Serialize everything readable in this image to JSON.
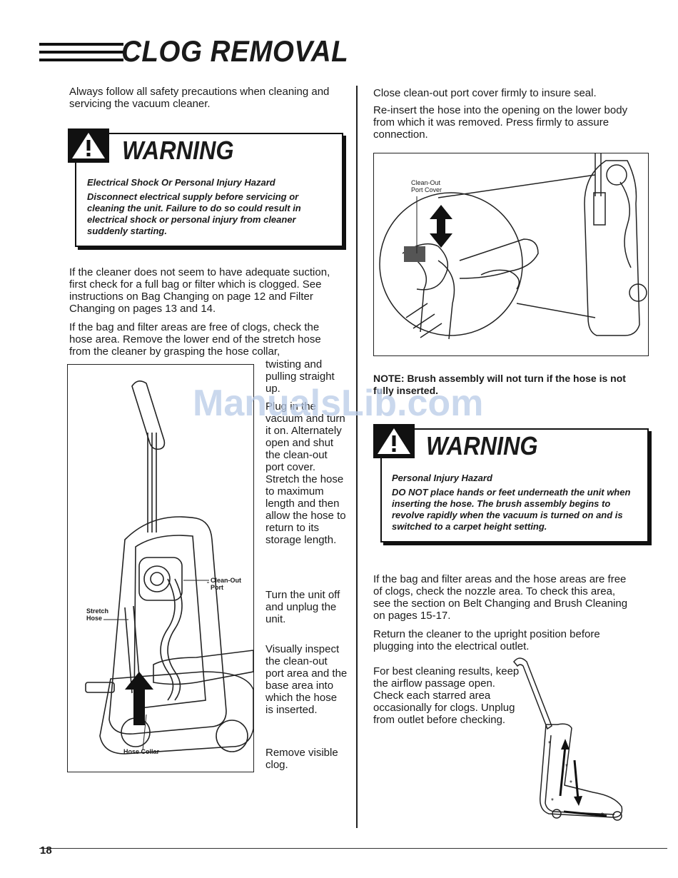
{
  "header": {
    "title": "CLOG REMOVAL"
  },
  "left": {
    "intro": "Always follow all safety precautions when cleaning and servicing the vacuum cleaner.",
    "warning1": {
      "word": "WARNING",
      "hazard": "Electrical Shock Or Personal Injury Hazard",
      "text": "Disconnect electrical supply before servicing or cleaning the unit. Failure to do so could result in electrical shock or personal injury from cleaner suddenly starting."
    },
    "para1": "If the cleaner does not seem to have adequate suction, first check for a full bag or filter which is clogged. See instructions on Bag Changing on page 12 and Filter Changing on pages 13 and 14.",
    "para2": "If the bag and filter areas are free of clogs, check the hose area. Remove the lower end of the stretch hose from the cleaner by grasping the hose collar,",
    "col_text": {
      "p1": "twisting and pulling straight up.",
      "p2": "Plug in the vacuum and turn it on. Alternately open and shut the clean-out port cover. Stretch the hose to maximum length and then allow the hose to return to its storage length.",
      "p3": "Turn the unit off and unplug the unit.",
      "p4": "Visually inspect the clean-out port area and the base area into which the hose is inserted.",
      "p5": "Remove visible clog."
    },
    "figure_labels": {
      "port": "Clean-Out\nPort",
      "hose": "Stretch\nHose",
      "collar": "Hose Collar"
    }
  },
  "right": {
    "p1": "Close clean-out port cover firmly to insure seal.",
    "p2": "Re-insert the hose into the opening on the lower body from which it was removed. Press firmly to assure connection.",
    "fig_label": "Clean-Out\nPort Cover",
    "note": "NOTE: Brush assembly will not turn if the hose is not fully inserted.",
    "warning2": {
      "word": "WARNING",
      "hazard": "Personal Injury Hazard",
      "text": "DO NOT place hands or feet underneath the unit when inserting the hose. The brush assembly begins to revolve rapidly when the vacuum is turned on and is switched to a carpet height setting."
    },
    "p3": "If the bag and filter areas and the hose areas are free of clogs, check the nozzle area. To check this area, see the section on Belt Changing and Brush Cleaning on pages 15-17.",
    "p4": "Return the cleaner to the upright position before plugging into the electrical outlet.",
    "p5": "For best cleaning results, keep the airflow passage open. Check each starred area occasionally for clogs. Unplug from outlet before checking."
  },
  "watermark": "ManualsLib.com",
  "page_number": "18"
}
